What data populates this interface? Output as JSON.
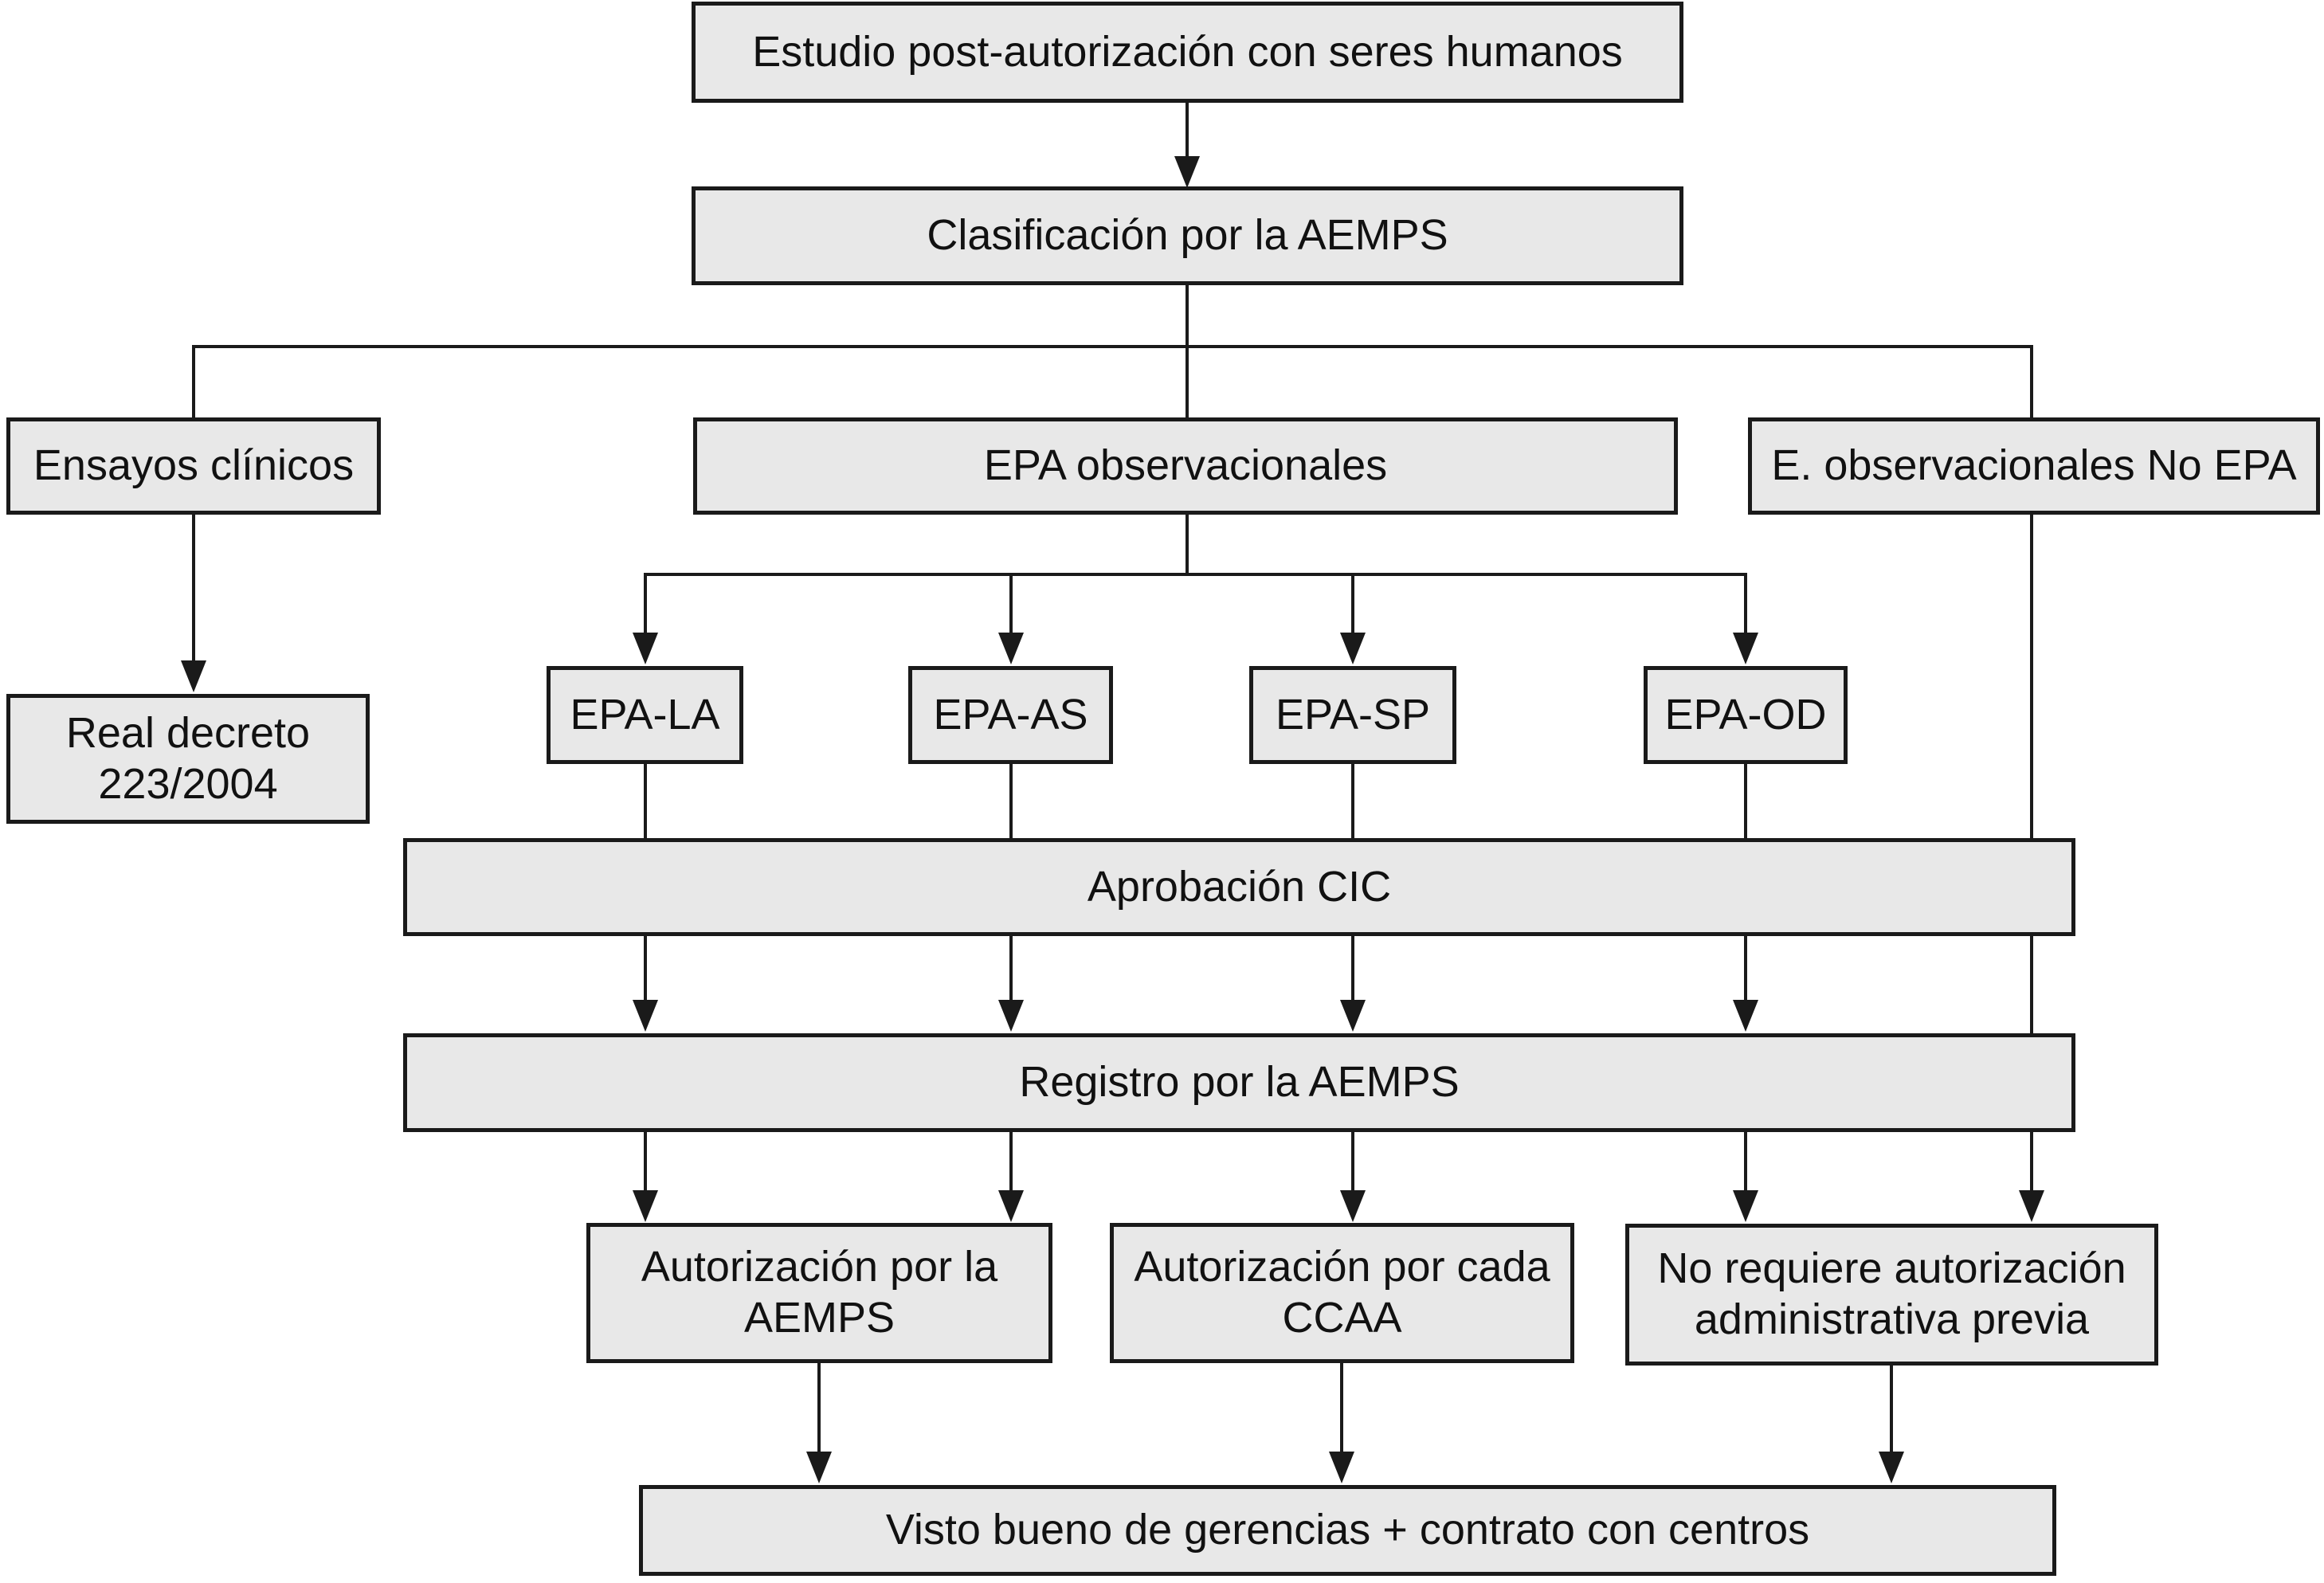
{
  "colors": {
    "background": "#ffffff",
    "box_fill": "#e8e8e8",
    "box_border": "#1a1a1a",
    "line_color": "#1a1a1a",
    "text_color": "#111111"
  },
  "nodes": {
    "estudio": {
      "label": "Estudio post-autorización con seres humanos"
    },
    "clasificacion": {
      "label": "Clasificación por la AEMPS"
    },
    "ensayos": {
      "label": "Ensayos clínicos"
    },
    "epa_observacionales": {
      "label": "EPA observacionales"
    },
    "no_epa": {
      "label": "E. observacionales No EPA"
    },
    "real_decreto": {
      "label": "Real decreto 223/2004"
    },
    "epa_la": {
      "label": "EPA-LA"
    },
    "epa_as": {
      "label": "EPA-AS"
    },
    "epa_sp": {
      "label": "EPA-SP"
    },
    "epa_od": {
      "label": "EPA-OD"
    },
    "aprobacion_cic": {
      "label": "Aprobación CIC"
    },
    "registro": {
      "label": "Registro por la AEMPS"
    },
    "aut_aemps": {
      "label": "Autorización por la AEMPS"
    },
    "aut_ccaa": {
      "label": "Autorización por cada CCAA"
    },
    "no_requiere": {
      "label": "No requiere autorización administrativa previa"
    },
    "visto_bueno": {
      "label": "Visto bueno de gerencias + contrato con centros"
    }
  },
  "edges": [
    {
      "from": "estudio",
      "to": "clasificacion",
      "arrow": true
    },
    {
      "from": "clasificacion",
      "to": "ensayos",
      "arrow": false
    },
    {
      "from": "clasificacion",
      "to": "epa_observacionales",
      "arrow": false
    },
    {
      "from": "clasificacion",
      "to": "no_epa",
      "arrow": false
    },
    {
      "from": "ensayos",
      "to": "real_decreto",
      "arrow": true
    },
    {
      "from": "epa_observacionales",
      "to": "epa_la",
      "arrow": true
    },
    {
      "from": "epa_observacionales",
      "to": "epa_as",
      "arrow": true
    },
    {
      "from": "epa_observacionales",
      "to": "epa_sp",
      "arrow": true
    },
    {
      "from": "epa_observacionales",
      "to": "epa_od",
      "arrow": true
    },
    {
      "from": "epa_la",
      "to": "aprobacion_cic",
      "arrow": false
    },
    {
      "from": "epa_as",
      "to": "aprobacion_cic",
      "arrow": false
    },
    {
      "from": "epa_sp",
      "to": "aprobacion_cic",
      "arrow": false
    },
    {
      "from": "epa_od",
      "to": "aprobacion_cic",
      "arrow": false
    },
    {
      "from": "aprobacion_cic",
      "to": "registro",
      "arrow": true,
      "lanes": [
        "epa_la",
        "epa_as",
        "epa_sp",
        "epa_od"
      ]
    },
    {
      "from": "registro",
      "to": "aut_aemps",
      "arrow": true,
      "lanes": [
        "epa_la",
        "epa_as"
      ]
    },
    {
      "from": "registro",
      "to": "aut_ccaa",
      "arrow": true,
      "lanes": [
        "epa_sp"
      ]
    },
    {
      "from": "registro",
      "to": "no_requiere",
      "arrow": true,
      "lanes": [
        "epa_od"
      ]
    },
    {
      "from": "no_epa",
      "to": "no_requiere",
      "arrow": true,
      "note": "vertical line passes behind Aprobación CIC and Registro boxes"
    },
    {
      "from": "aut_aemps",
      "to": "visto_bueno",
      "arrow": true
    },
    {
      "from": "aut_ccaa",
      "to": "visto_bueno",
      "arrow": true
    },
    {
      "from": "no_requiere",
      "to": "visto_bueno",
      "arrow": true
    }
  ]
}
